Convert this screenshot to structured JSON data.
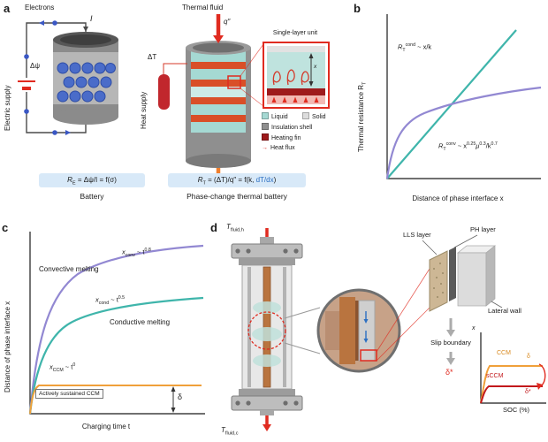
{
  "colors": {
    "teal": "#3fb5ab",
    "purple": "#9288d2",
    "orange": "#f0a03a",
    "red": "#e02b20",
    "darkred": "#9e1a1c",
    "fin": "#d94f28",
    "blue": "#2b6fc2",
    "copper": "#b9743f",
    "eqbox": "#d8e9f8",
    "liquid": "#a5d9d3",
    "solid": "#dcdcdc",
    "shell": "#8f8f8f"
  },
  "a": {
    "label": "a",
    "electrons": "Electrons",
    "current": "I",
    "electric_supply": "Electric supply",
    "delta_psi": "Δψ",
    "thermal_fluid": "Thermal fluid",
    "heat_flux_q": "q″",
    "heat_supply": "Heat supply",
    "delta_t": "ΔT",
    "single_layer_unit": "Single-layer unit",
    "inset_x": "x",
    "legend": {
      "liquid": "Liquid",
      "solid": "Solid",
      "shell": "Insulation shell",
      "fin": "Heating fin",
      "flux": "Heat flux",
      "flux_icon": "→"
    },
    "eq_battery": {
      "r": "R",
      "sub": "E",
      "rest": " = Δψ/I = f(σ)"
    },
    "caption_battery": "Battery",
    "eq_thermal": {
      "r": "R",
      "sub": "T",
      "mid": " = (ΔT)/q″ = f(k, ",
      "grad": "dT/dx",
      "end": ")"
    },
    "caption_thermal": "Phase-change thermal battery"
  },
  "b": {
    "label": "b",
    "ylabel": {
      "main": "Thermal resistance R",
      "sub": "T"
    },
    "xlabel": "Distance of phase interface x",
    "cond": {
      "r": "R",
      "sub": "T",
      "sup": "cond",
      "rest": " ~ x/k"
    },
    "conv": {
      "r": "R",
      "sub": "T",
      "sup": "conv",
      "x1": " ~ x",
      "e1": "0.25",
      "mu": "μ",
      "e2": "0.3",
      "x2": "/k",
      "e3": "0.7"
    }
  },
  "c": {
    "label": "c",
    "ylabel": "Distance of phase interface x",
    "xlabel": "Charging time t",
    "conv": {
      "v": "x",
      "sub": "conv",
      "mid": " ~ t",
      "sup": "0.8"
    },
    "conv_text": "Convective melting",
    "cond": {
      "v": "x",
      "sub": "cond",
      "mid": " ~ t",
      "sup": "0.5"
    },
    "cond_text": "Conductive melting",
    "ccm": {
      "v": "x",
      "sub": "CCM",
      "mid": " ~ t",
      "sup": "0"
    },
    "ccm_text": "Actively sustained CCM",
    "delta": "δ"
  },
  "d": {
    "label": "d",
    "t_hot": {
      "v": "T",
      "sub": "fluid,h"
    },
    "t_cold": {
      "v": "T",
      "sub": "fluid,c"
    },
    "lls": "LLS layer",
    "ph": "PH layer",
    "wall": "Lateral wall",
    "slip": "Slip boundary",
    "delta_star": "δ*",
    "mini": {
      "y": "x",
      "ccm": "CCM",
      "sccm": "sCCM",
      "delta": "δ",
      "delta_star": "δ*",
      "xlabel": "SOC (%)"
    }
  },
  "chart_data": [
    {
      "type": "line",
      "panel": "b",
      "title": "",
      "xlabel": "Distance of phase interface x",
      "ylabel": "Thermal resistance R_T",
      "axes_numeric": false,
      "series": [
        {
          "name": "R_T^cond ~ x/k",
          "color": "#3fb5ab",
          "points_norm": [
            [
              0,
              0
            ],
            [
              0.85,
              1
            ]
          ]
        },
        {
          "name": "R_T^conv ~ x^0.25 u^0.3 / k^0.7",
          "color": "#9288d2",
          "points_norm": [
            [
              0,
              0
            ],
            [
              0.05,
              0.25
            ],
            [
              0.15,
              0.42
            ],
            [
              0.3,
              0.52
            ],
            [
              0.6,
              0.62
            ],
            [
              1,
              0.7
            ]
          ]
        }
      ]
    },
    {
      "type": "line",
      "panel": "c",
      "title": "",
      "xlabel": "Charging time t",
      "ylabel": "Distance of phase interface x",
      "axes_numeric": false,
      "series": [
        {
          "name": "Convective melting x_conv ~ t^0.8",
          "color": "#9288d2",
          "points_norm": [
            [
              0,
              0
            ],
            [
              0.1,
              0.38
            ],
            [
              0.25,
              0.62
            ],
            [
              0.5,
              0.82
            ],
            [
              1,
              0.95
            ]
          ]
        },
        {
          "name": "Conductive melting x_cond ~ t^0.5",
          "color": "#3fb5ab",
          "points_norm": [
            [
              0,
              0
            ],
            [
              0.1,
              0.28
            ],
            [
              0.25,
              0.42
            ],
            [
              0.5,
              0.55
            ],
            [
              1,
              0.65
            ]
          ]
        },
        {
          "name": "Actively sustained CCM x_CCM ~ t^0",
          "color": "#f0a03a",
          "points_norm": [
            [
              0,
              0
            ],
            [
              0.04,
              0.16
            ],
            [
              1,
              0.16
            ]
          ]
        }
      ]
    },
    {
      "type": "line",
      "panel": "d-inset",
      "title": "",
      "xlabel": "SOC (%)",
      "ylabel": "x",
      "axes_numeric": false,
      "series": [
        {
          "name": "CCM (level δ)",
          "color": "#f0a03a",
          "points_norm": [
            [
              0,
              0
            ],
            [
              0.1,
              0.5
            ],
            [
              1,
              0.52
            ]
          ]
        },
        {
          "name": "sCCM (level δ*)",
          "color": "#c2181b",
          "points_norm": [
            [
              0,
              0
            ],
            [
              0.08,
              0.23
            ],
            [
              1,
              0.24
            ]
          ]
        }
      ]
    }
  ]
}
